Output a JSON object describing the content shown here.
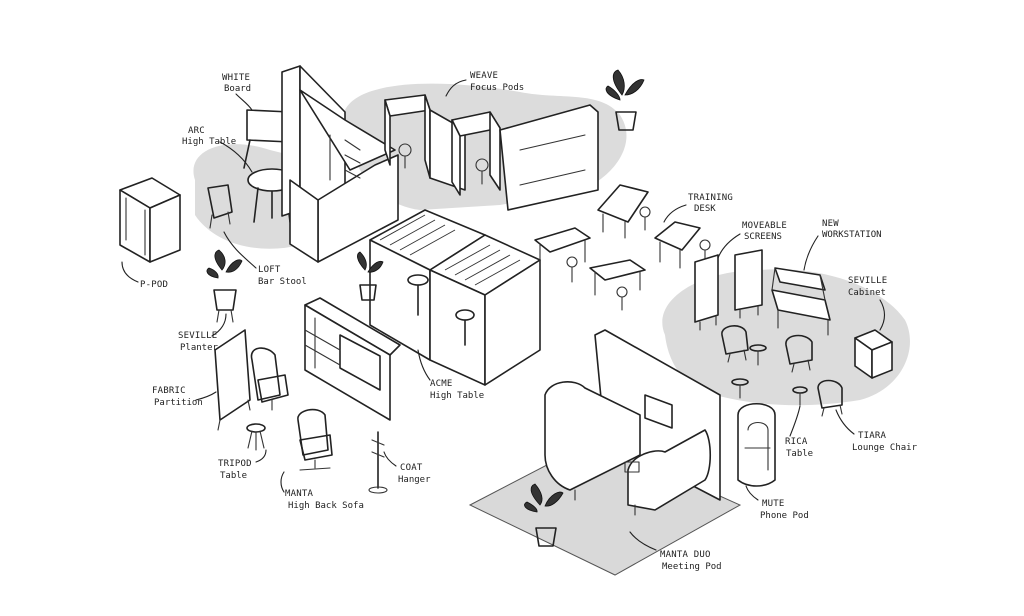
{
  "labels": {
    "white_board": {
      "line1": "WHITE",
      "line2": "Board"
    },
    "weave": {
      "line1": "WEAVE",
      "line2": "Focus Pods"
    },
    "arc": {
      "line1": "ARC",
      "line2": "High Table"
    },
    "p_pod": {
      "line1": "P-POD"
    },
    "loft": {
      "line1": "LOFT",
      "line2": "Bar Stool"
    },
    "training": {
      "line1": "TRAINING",
      "line2": "DESK"
    },
    "moveable": {
      "line1": "MOVEABLE",
      "line2": "SCREENS"
    },
    "new_workstation": {
      "line1": "NEW",
      "line2": "WORKSTATION"
    },
    "seville_cabinet": {
      "line1": "SEVILLE",
      "line2": "Cabinet"
    },
    "seville_planter": {
      "line1": "SEVILLE",
      "line2": "Planter"
    },
    "fabric": {
      "line1": "FABRIC",
      "line2": "Partition"
    },
    "acme": {
      "line1": "ACME",
      "line2": "High Table"
    },
    "tripod": {
      "line1": "TRIPOD",
      "line2": "Table"
    },
    "manta": {
      "line1": "MANTA",
      "line2": "High Back Sofa"
    },
    "coat": {
      "line1": "COAT",
      "line2": "Hanger"
    },
    "rica": {
      "line1": "RICA",
      "line2": "Table"
    },
    "tiara": {
      "line1": "TIARA",
      "line2": "Lounge Chair"
    },
    "mute": {
      "line1": "MUTE",
      "line2": "Phone Pod"
    },
    "manta_duo": {
      "line1": "MANTA DUO",
      "line2": "Meeting Pod"
    }
  }
}
